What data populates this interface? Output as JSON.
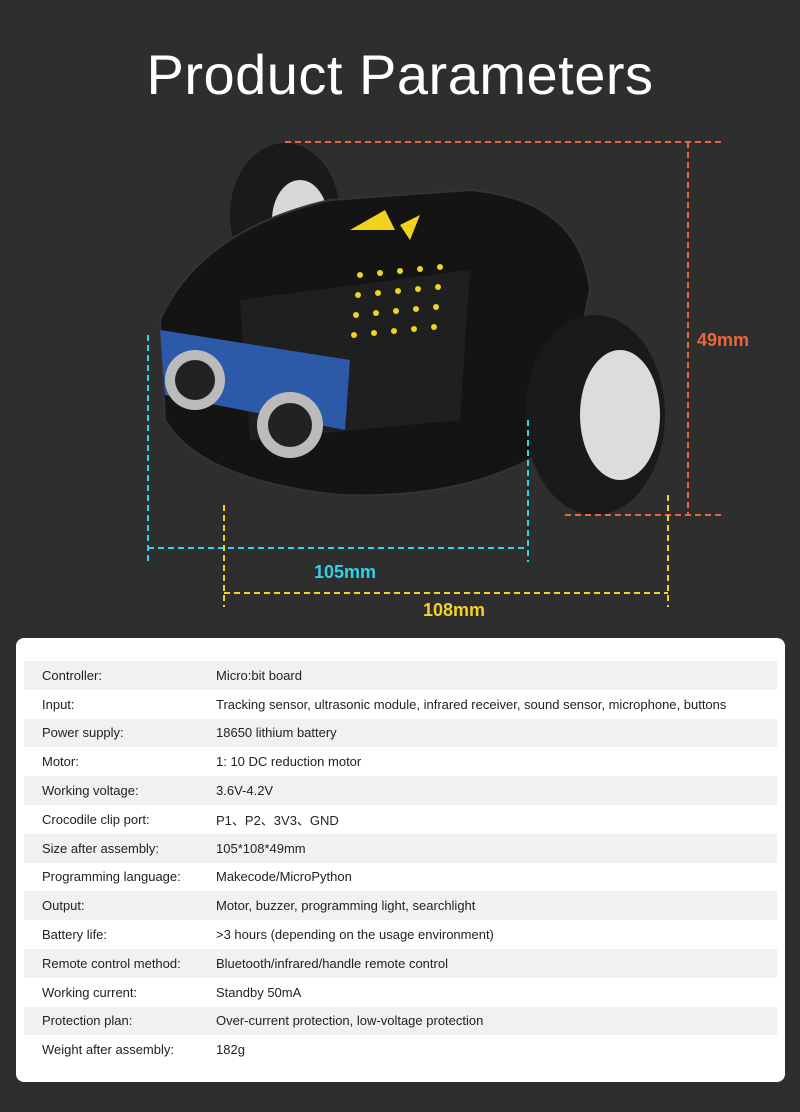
{
  "title": "Product Parameters",
  "dimensions": {
    "height": {
      "label": "49mm",
      "color": "#e8673f"
    },
    "width": {
      "label": "105mm",
      "color": "#2fd3e6"
    },
    "length": {
      "label": "108mm",
      "color": "#f0d228"
    }
  },
  "specs": [
    {
      "label": "Controller:",
      "value": "Micro:bit board"
    },
    {
      "label": "Input:",
      "value": "Tracking sensor, ultrasonic module, infrared receiver, sound sensor, microphone, buttons"
    },
    {
      "label": "Power supply:",
      "value": "18650 lithium battery"
    },
    {
      "label": "Motor:",
      "value": "1: 10 DC reduction motor"
    },
    {
      "label": "Working voltage:",
      "value": "3.6V-4.2V"
    },
    {
      "label": "Crocodile clip port:",
      "value": "P1、P2、3V3、GND"
    },
    {
      "label": "Size after assembly:",
      "value": "105*108*49mm"
    },
    {
      "label": "Programming language:",
      "value": "Makecode/MicroPython"
    },
    {
      "label": "Output:",
      "value": "Motor, buzzer, programming light, searchlight"
    },
    {
      "label": "Battery life:",
      "value": ">3 hours (depending on the usage environment)"
    },
    {
      "label": "Remote control method:",
      "value": "Bluetooth/infrared/handle remote control"
    },
    {
      "label": "Working current:",
      "value": "Standby 50mA"
    },
    {
      "label": "Protection plan:",
      "value": "Over-current protection, low-voltage protection"
    },
    {
      "label": "Weight after assembly:",
      "value": "182g"
    }
  ]
}
